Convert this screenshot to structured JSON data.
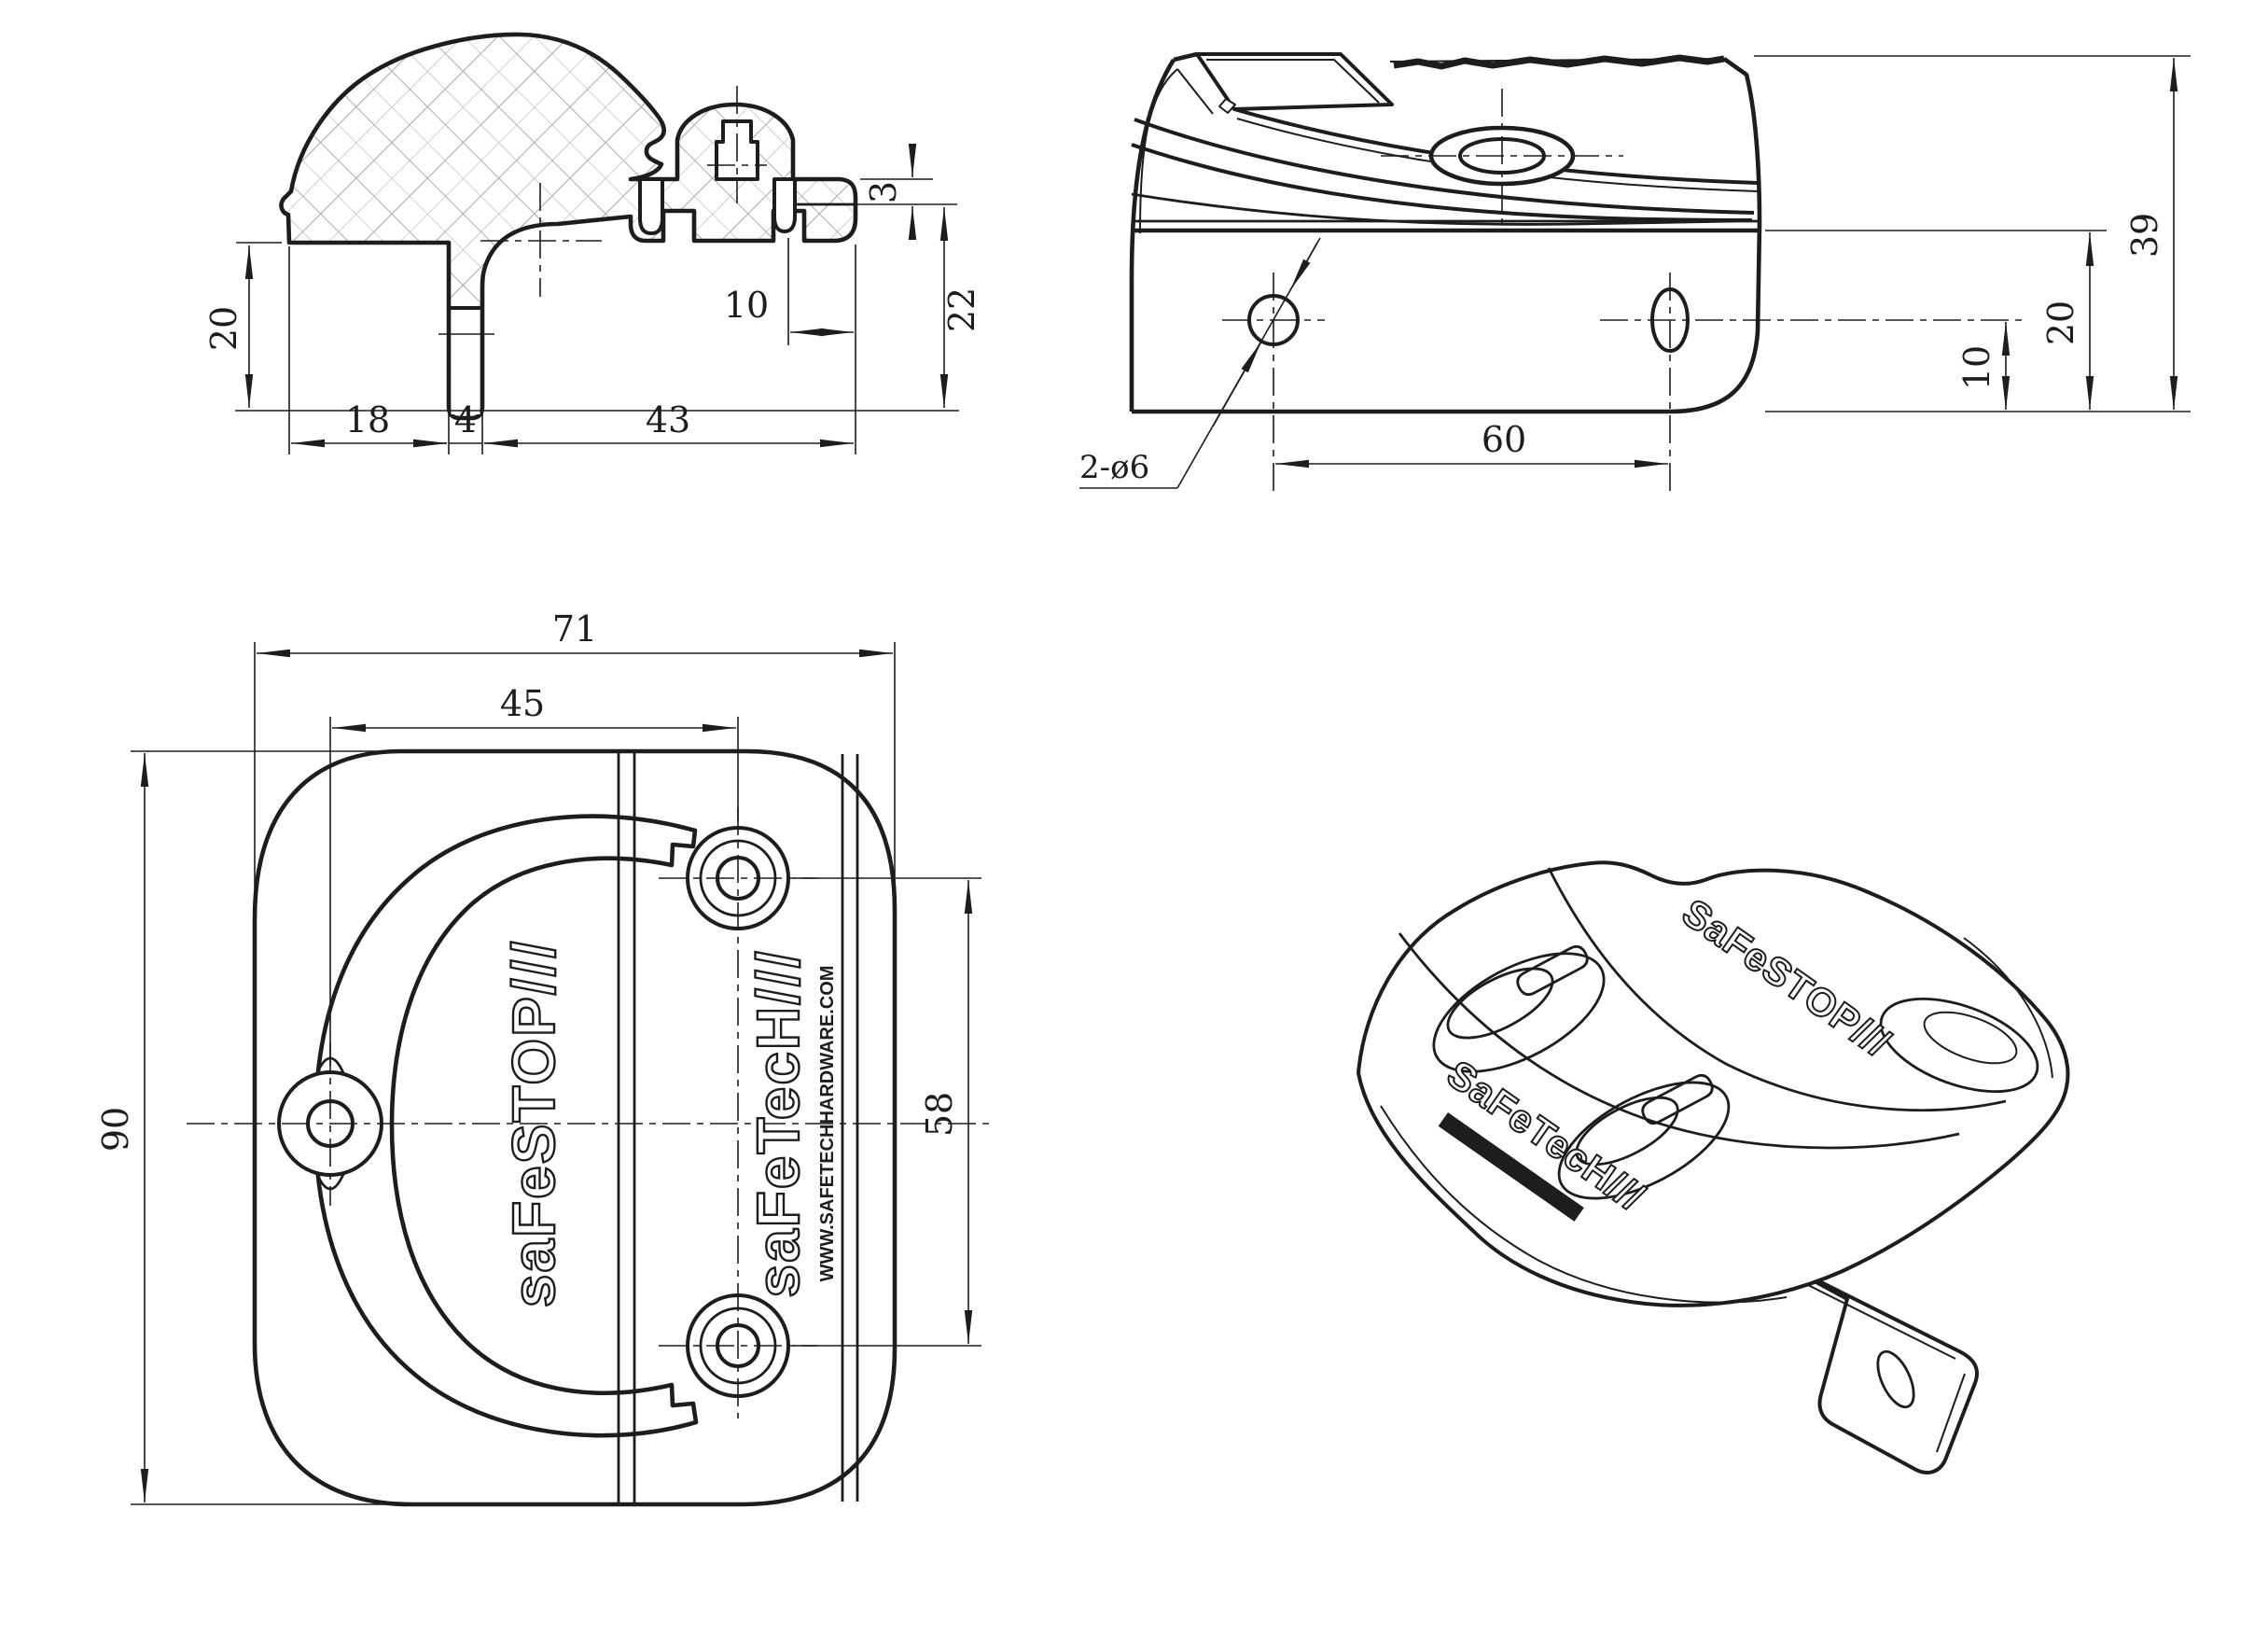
{
  "drawing": {
    "background": "#ffffff",
    "line_color": "#1d1d1b",
    "section_view": {
      "dim_20": "20",
      "dim_18": "18",
      "dim_4": "4",
      "dim_43": "43",
      "dim_10": "10",
      "dim_3": "3",
      "dim_22": "22"
    },
    "front_view": {
      "dim_39": "39",
      "dim_20": "20",
      "dim_10": "10",
      "dim_60": "60",
      "hole_callout": "2-ø6"
    },
    "plan_view": {
      "dim_71": "71",
      "dim_45": "45",
      "dim_90": "90",
      "dim_58": "58",
      "logo_safestop": "saFeSTOP///",
      "logo_safetech": "saFeTecH///",
      "website": "WWW.SAFETECHHARDWARE.COM"
    },
    "iso_view": {
      "logo_safestop": "SaFeSTOP///",
      "logo_safetech": "SaFeTecH///"
    }
  }
}
